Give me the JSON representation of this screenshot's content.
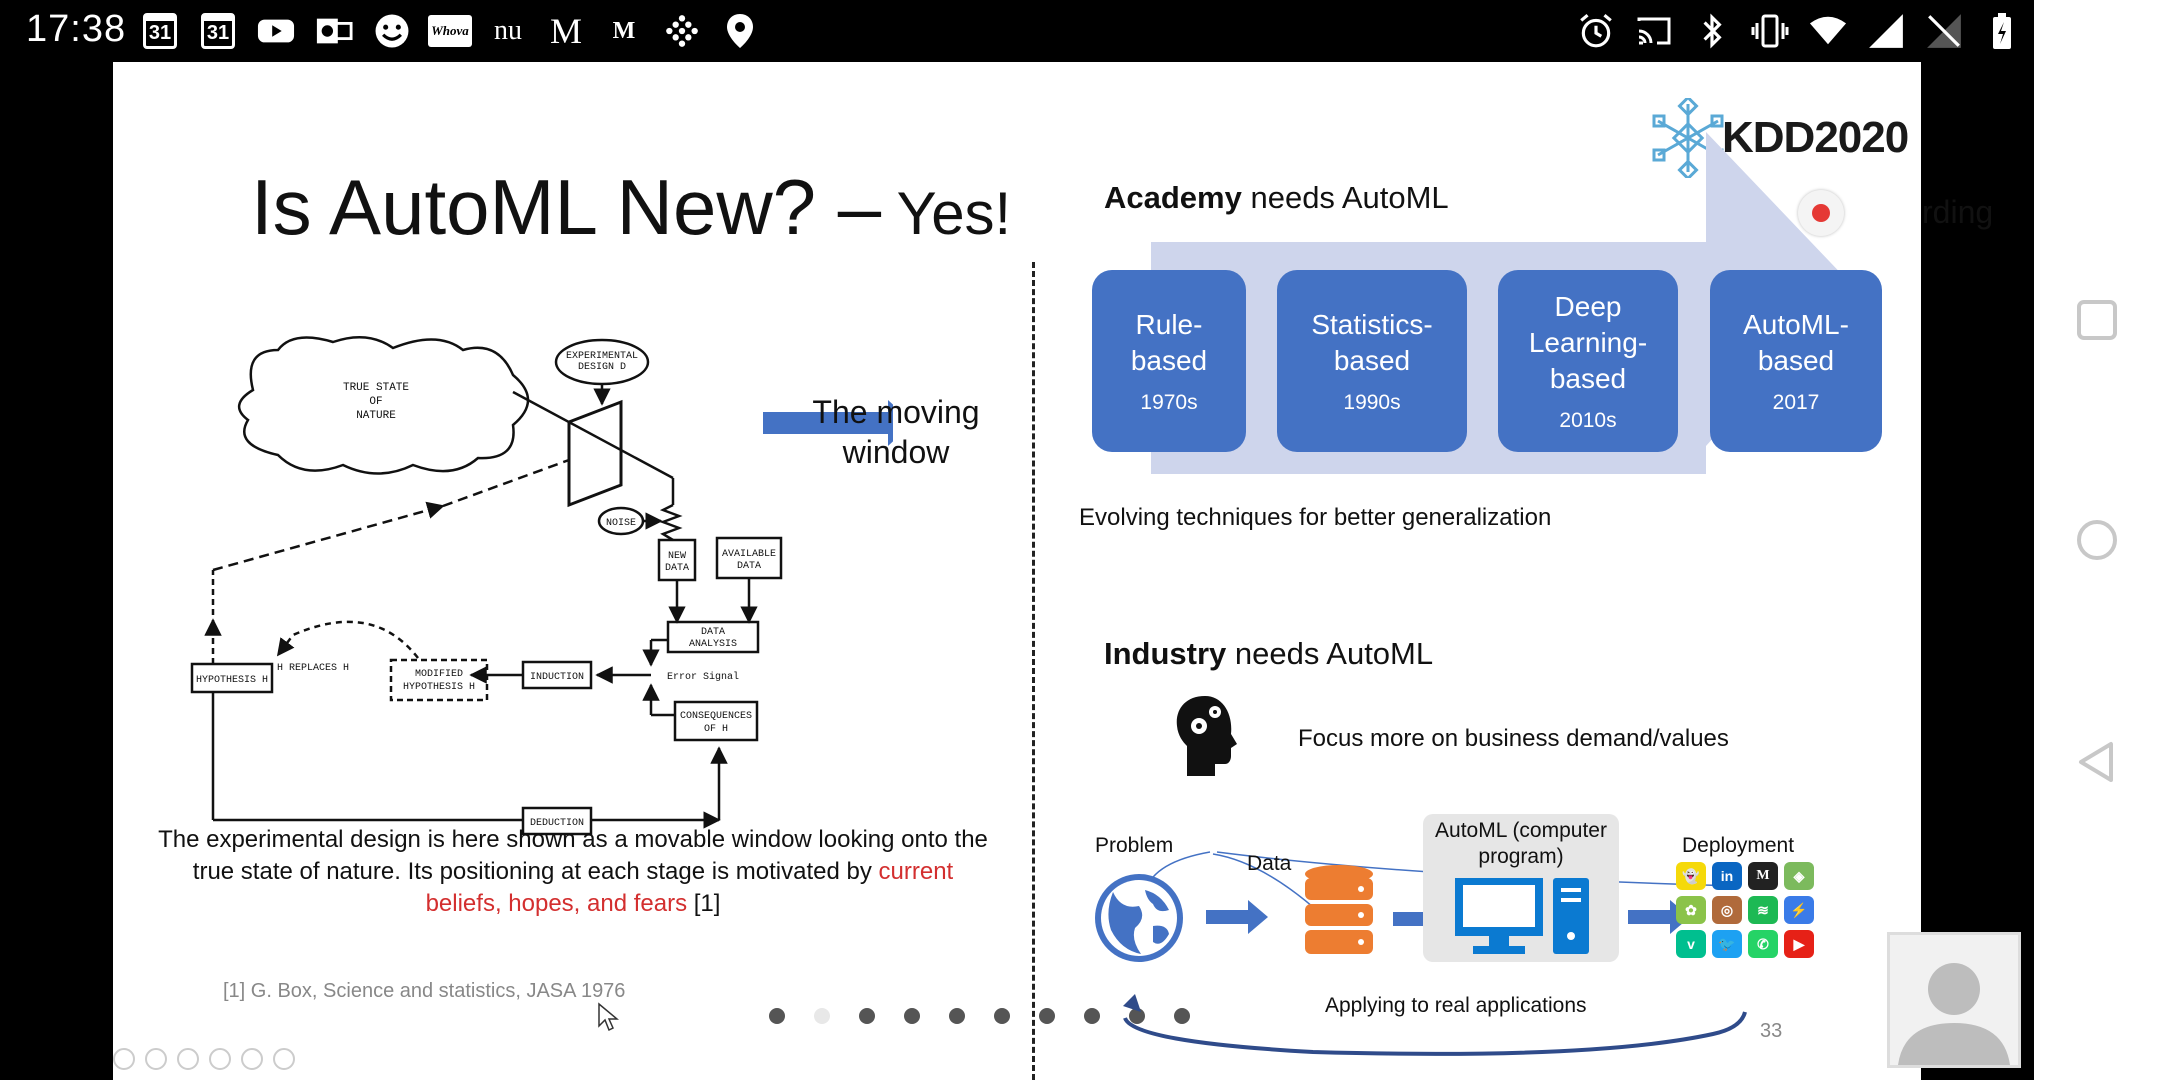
{
  "status_bar": {
    "time": "17:38",
    "left_icons": [
      "calendar-icon",
      "calendar-icon",
      "youtube-icon",
      "outlook-icon",
      "emoji-icon",
      "whova-icon",
      "nu-icon",
      "medium-icon",
      "medium-small-icon",
      "grid-icon",
      "location-icon"
    ],
    "calendar_day": "31",
    "whova_label": "Whova",
    "medium_label": "M",
    "nu_label": "nu",
    "right_icons": [
      "alarm-icon",
      "cast-icon",
      "bluetooth-icon",
      "vibrate-icon",
      "wifi-icon",
      "signal-icon",
      "no-sim-icon",
      "battery-icon"
    ]
  },
  "slide": {
    "logo_text": "KDD2020",
    "title_main": "Is AutoML New? –",
    "title_yes": " Yes!",
    "moving_window": "The moving window",
    "diagram": {
      "true_state": [
        "TRUE  STATE",
        "OF",
        "NATURE"
      ],
      "experimental_design": [
        "EXPERIMENTAL",
        "DESIGN  D"
      ],
      "noise": "NOISE",
      "new_data": [
        "NEW",
        "DATA"
      ],
      "available_data": [
        "AVAILABLE",
        "DATA"
      ],
      "data_analysis": [
        "DATA",
        "ANALYSIS"
      ],
      "error_signal": "Error Signal",
      "consequences": [
        "CONSEQUENCES",
        "OF  H"
      ],
      "induction": "INDUCTION",
      "deduction": "DEDUCTION",
      "hypothesis": "HYPOTHESIS H",
      "modified_hypothesis": [
        "MODIFIED",
        "HYPOTHESIS H"
      ],
      "replaces": "H   REPLACES  H"
    },
    "caption_part1": "The experimental design is here shown as a movable window looking onto the true state of nature. Its positioning at each stage is motivated by ",
    "caption_red": "current beliefs, hopes, and fears",
    "caption_part2": " [1]",
    "reference": "[1] G. Box, Science and statistics, JASA 1976",
    "academy_bold": "Academy",
    "academy_rest": " needs AutoML",
    "stages": [
      {
        "label": "Rule-\nbased",
        "year": "1970s"
      },
      {
        "label": "Statistics-\nbased",
        "year": "1990s"
      },
      {
        "label": "Deep\nLearning-\nbased",
        "year": "2010s"
      },
      {
        "label": "AutoML-\nbased",
        "year": "2017"
      }
    ],
    "evolving": "Evolving techniques for better generalization",
    "industry_bold": "Industry",
    "industry_rest": " needs AutoML",
    "focus": "Focus more on business demand/values",
    "problem": "Problem",
    "data": "Data",
    "automl_program": "AutoML (computer program)",
    "deployment": "Deployment",
    "applying": "Applying to real applications",
    "page_number": "33",
    "recording_label": "rding",
    "pagination": {
      "total": 10,
      "current": 2
    }
  },
  "colors": {
    "stage_blue": "#4472c4",
    "arrow_fill": "#ced5ec",
    "caption_red": "#d32f2f",
    "database_orange": "#ed7d31"
  }
}
